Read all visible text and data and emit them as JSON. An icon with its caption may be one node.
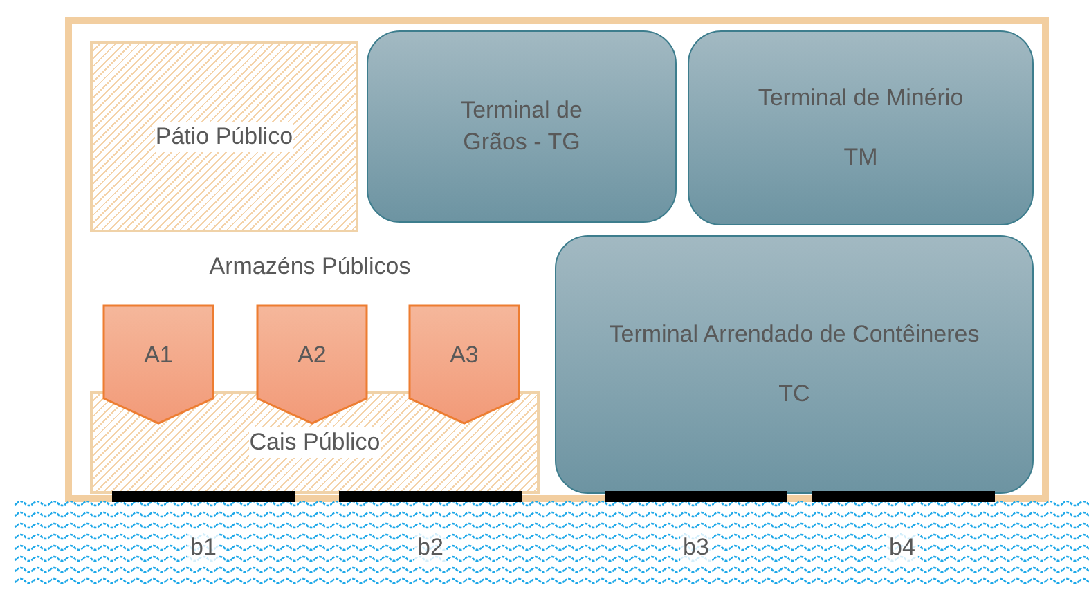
{
  "diagram": {
    "nodes": [
      {
        "text": [],
        "shape": "box"
      },
      {
        "text": [
          "Pátio Público"
        ],
        "in": 0
      },
      {
        "text": [
          "Terminal de Grãos - TG"
        ],
        "in": 0
      },
      {
        "text": [
          "Terminal de Minério",
          "TM"
        ],
        "in": 0
      },
      {
        "text": [
          "Terminal Arrendado de Contêineres",
          "TC"
        ],
        "in": 0
      },
      {
        "text": [
          "Cais Público"
        ],
        "in": 0
      },
      {
        "text": [
          "A1"
        ],
        "in": 0
      },
      {
        "text": [
          "A2"
        ],
        "in": 0
      },
      {
        "text": [
          "A3"
        ],
        "in": 0
      }
    ],
    "labels": [
      "Armazéns Públicos",
      "b1",
      "b2",
      "b3",
      "b4"
    ]
  }
}
